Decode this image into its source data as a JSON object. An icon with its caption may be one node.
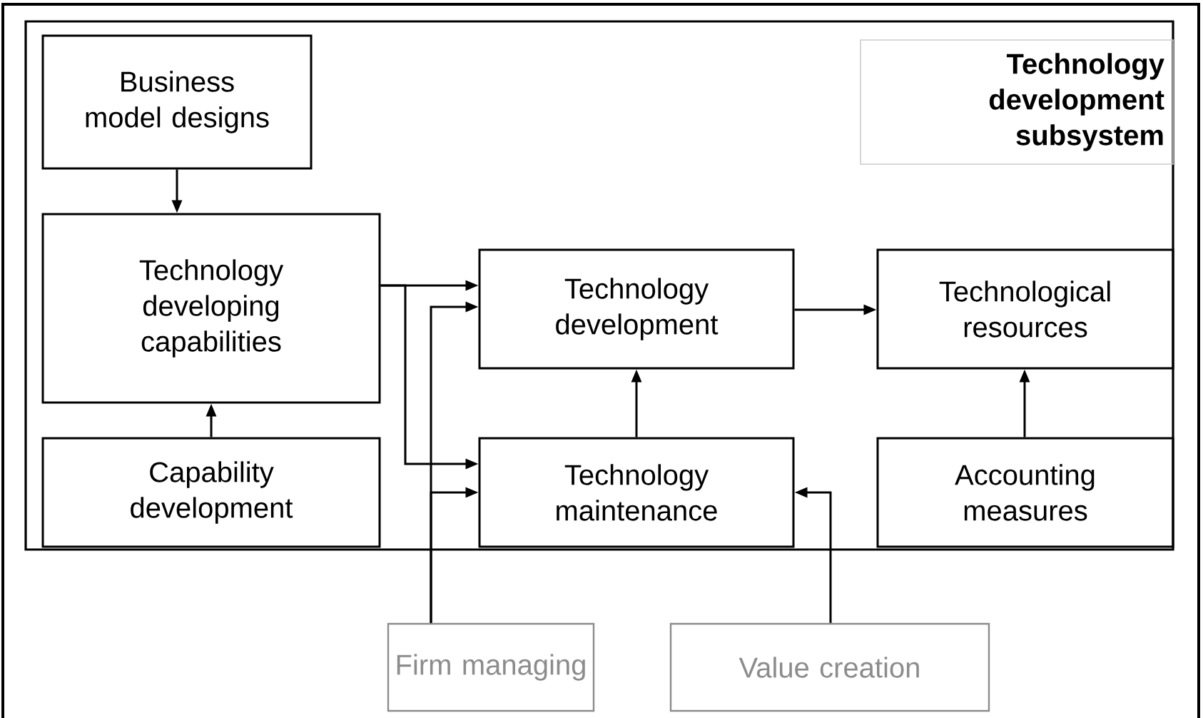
{
  "diagram": {
    "nodes": [
      {
        "text": [
          "Technology development subsystem"
        ]
      },
      {
        "text": [
          "Business model designs"
        ],
        "in": 0
      },
      {
        "text": [
          "Technology developing capabilities"
        ],
        "in": 0
      },
      {
        "text": [
          "Capability development"
        ],
        "in": 0
      },
      {
        "text": [
          "Technology development"
        ],
        "in": 0
      },
      {
        "text": [
          "Technological resources"
        ],
        "in": 0
      },
      {
        "text": [
          "Technology maintenance"
        ],
        "in": 0
      },
      {
        "text": [
          "Accounting measures"
        ],
        "in": 0
      },
      {
        "text": [
          "Firm managing"
        ]
      },
      {
        "text": [
          "Value creation"
        ]
      }
    ],
    "edges": [
      {
        "from": 1,
        "to": 2,
        "arrow": "to"
      },
      {
        "from": 3,
        "to": 2,
        "arrow": "to"
      },
      {
        "from": 2,
        "to": 4,
        "arrow": "to"
      },
      {
        "from": 2,
        "to": 6,
        "arrow": "to"
      },
      {
        "from": 8,
        "to": 4,
        "arrow": "to"
      },
      {
        "from": 8,
        "to": 6,
        "arrow": "to"
      },
      {
        "from": 4,
        "to": 5,
        "arrow": "to"
      },
      {
        "from": 6,
        "to": 4,
        "arrow": "to"
      },
      {
        "from": 7,
        "to": 5,
        "arrow": "to"
      },
      {
        "from": 9,
        "to": 6,
        "arrow": "to"
      }
    ]
  }
}
